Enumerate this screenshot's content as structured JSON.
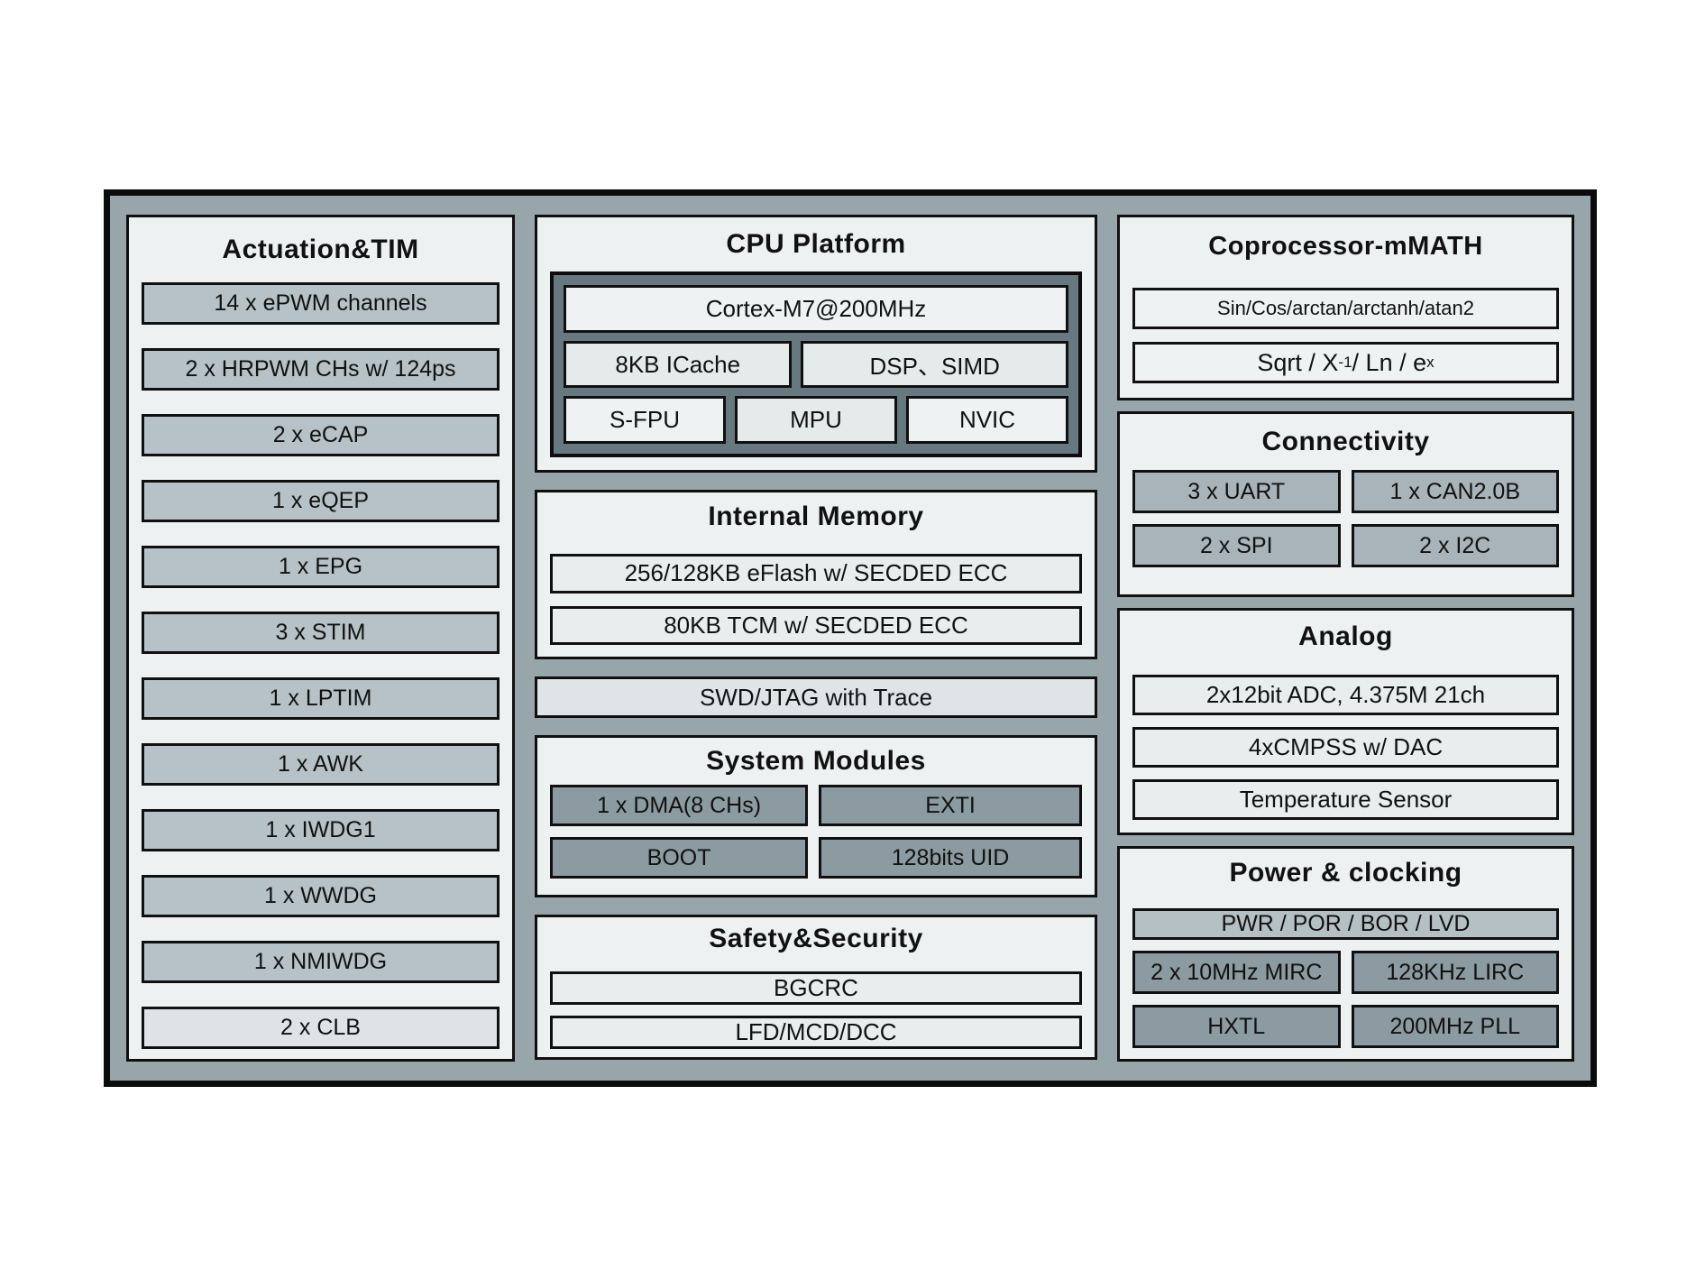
{
  "left": {
    "title": "Actuation&TIM",
    "items": [
      "14 x ePWM channels",
      "2 x HRPWM CHs w/ 124ps",
      "2 x eCAP",
      "1 x eQEP",
      "1 x EPG",
      "3 x STIM",
      "1 x LPTIM",
      "1 x AWK",
      "1 x IWDG1",
      "1 x WWDG",
      "1 x NMIWDG",
      "2 x CLB"
    ]
  },
  "cpu": {
    "title": "CPU Platform",
    "core": "Cortex-M7@200MHz",
    "icache": "8KB ICache",
    "dsp": "DSP、SIMD",
    "sfpu": "S-FPU",
    "mpu": "MPU",
    "nvic": "NVIC"
  },
  "memory": {
    "title": "Internal Memory",
    "eflash": "256/128KB eFlash w/ SECDED ECC",
    "tcm": "80KB TCM w/ SECDED ECC"
  },
  "debug": {
    "label": "SWD/JTAG with Trace"
  },
  "system": {
    "title": "System Modules",
    "dma": "1 x DMA(8 CHs)",
    "exti": "EXTI",
    "boot": "BOOT",
    "uid": "128bits UID"
  },
  "safety": {
    "title": "Safety&Security",
    "bgcrc": "BGCRC",
    "lfd": "LFD/MCD/DCC"
  },
  "math": {
    "title": "Coprocessor-mMATH",
    "trig": "Sin/Cos/arctan/arctanh/atan2",
    "sqrt_base1": "Sqrt / X",
    "sqrt_sup1": "-1",
    "sqrt_mid": " / Ln / e",
    "sqrt_sup2": "x"
  },
  "connectivity": {
    "title": "Connectivity",
    "uart": "3 x UART",
    "can": "1 x CAN2.0B",
    "spi": "2 x SPI",
    "i2c": "2 x I2C"
  },
  "analog": {
    "title": "Analog",
    "adc": "2x12bit ADC, 4.375M 21ch",
    "cmpss": "4xCMPSS w/ DAC",
    "temp": "Temperature Sensor"
  },
  "power": {
    "title": "Power & clocking",
    "pwr": "PWR / POR / BOR / LVD",
    "mirc": "2 x 10MHz MIRC",
    "lirc": "128KHz LIRC",
    "hxtl": "HXTL",
    "pll": "200MHz PLL"
  },
  "colors": {
    "frame": "#98a6ac",
    "panel": "#eef1f2",
    "block_medium": "#b6c2c7",
    "block_light": "#dee3e5",
    "block_dark": "#8c9aa1",
    "block_connectivity": "#a8b4ba",
    "block_power_bar": "#b5c0c5",
    "cpu_container": "#68787f",
    "border": "#0b0b0b"
  }
}
